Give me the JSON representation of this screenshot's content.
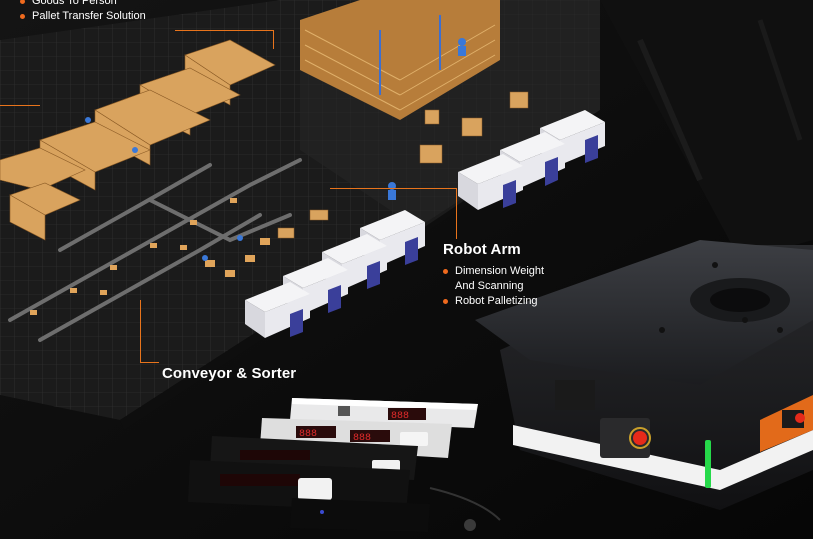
{
  "colors": {
    "background": "#0b0b0b",
    "accent": "#ef6a1e",
    "floor": "#1c1c1c",
    "shelf": "#d9a35e",
    "truck": "#e9e9ee",
    "truck_cab": "#3a3f9a",
    "indicator": "#26d94a"
  },
  "top_left": {
    "bullets": [
      "Goods To Person",
      "Pallet Transfer Solution"
    ]
  },
  "robot_arm": {
    "title": "Robot Arm",
    "bullets": [
      "Dimension Weight And Scanning",
      "Robot Palletizing"
    ]
  },
  "conveyor": {
    "title": "Conveyor & Sorter"
  },
  "icons": {
    "bullet": "orange-dot",
    "amr": "mobile-robot-image",
    "scanner": "barcode-display-devices"
  }
}
